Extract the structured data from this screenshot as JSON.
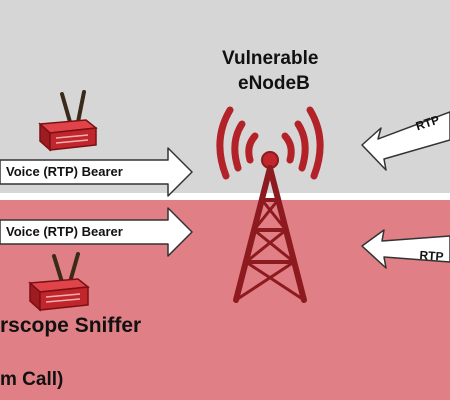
{
  "tower_label_line1": "Vulnerable",
  "tower_label_line2": "eNodeB",
  "bearer_top_label": "Voice (RTP) Bearer",
  "bearer_bottom_label": "Voice (RTP) Bearer",
  "rtp_right_top_label": "RTP",
  "rtp_right_bottom_label": "RTP",
  "sniffer_label": "rscope Sniffer",
  "call_label": "m  Call)",
  "colors": {
    "top_band": "#d6d6d6",
    "bottom_band": "#e07f85",
    "device_red": "#c0262b",
    "tower_red": "#b22228"
  }
}
